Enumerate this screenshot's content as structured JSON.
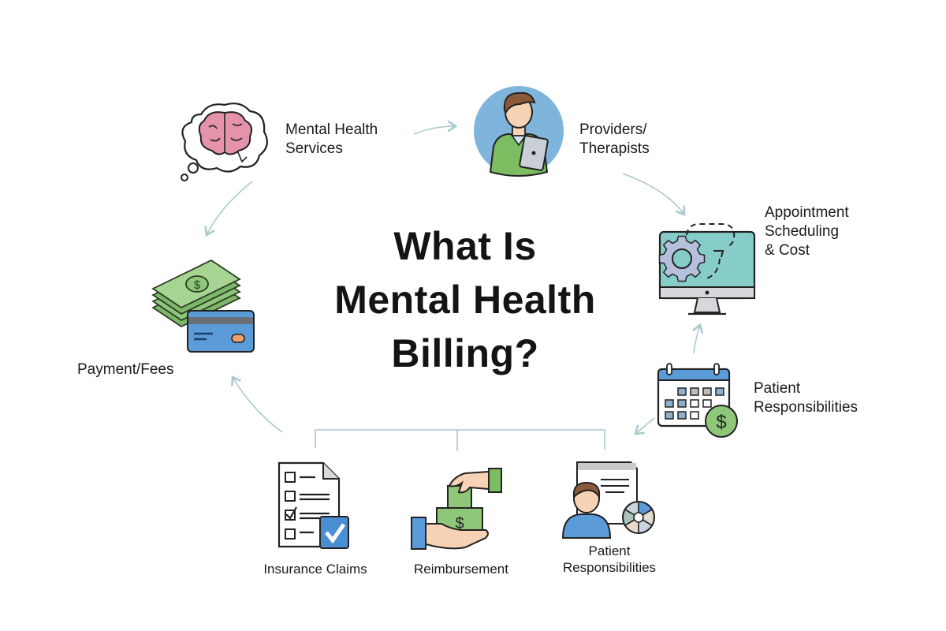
{
  "title": {
    "line1": "What Is",
    "line2": "Mental Health",
    "line3": "Billing?"
  },
  "nodes": {
    "mental_health_services": {
      "line1": "Mental Health",
      "line2": "Services",
      "icon": "brain-thought-bubble-icon"
    },
    "providers_therapists": {
      "line1": "Providers/",
      "line2": "Therapists",
      "icon": "therapist-with-tablet-icon"
    },
    "appointment_scheduling": {
      "line1": "Appointment",
      "line2": "Scheduling",
      "line3": "& Cost",
      "icon": "monitor-gear-icon"
    },
    "patient_responsibilities_right": {
      "line1": "Patient",
      "line2": "Responsibilities",
      "icon": "calendar-dollar-icon"
    },
    "payment_fees": {
      "label": "Payment/Fees",
      "icon": "cash-and-credit-card-icon"
    },
    "insurance_claims": {
      "label": "Insurance Claims",
      "icon": "checklist-document-icon"
    },
    "reimbursement": {
      "label": "Reimbursement",
      "icon": "hands-exchanging-money-icon"
    },
    "patient_responsibilities_bottom": {
      "line1": "Patient",
      "line2": "Responsibilities",
      "icon": "patient-document-chart-icon"
    }
  },
  "colors": {
    "arrow": "#a9c9cf",
    "brain": "#e07f9c",
    "provider_circle": "#7fb5dc",
    "sweater": "#7cbd62",
    "monitor_screen": "#86cdc9",
    "money_green": "#8fc77a",
    "card_blue": "#5b9bd8",
    "check_blue": "#4a8fd4"
  }
}
